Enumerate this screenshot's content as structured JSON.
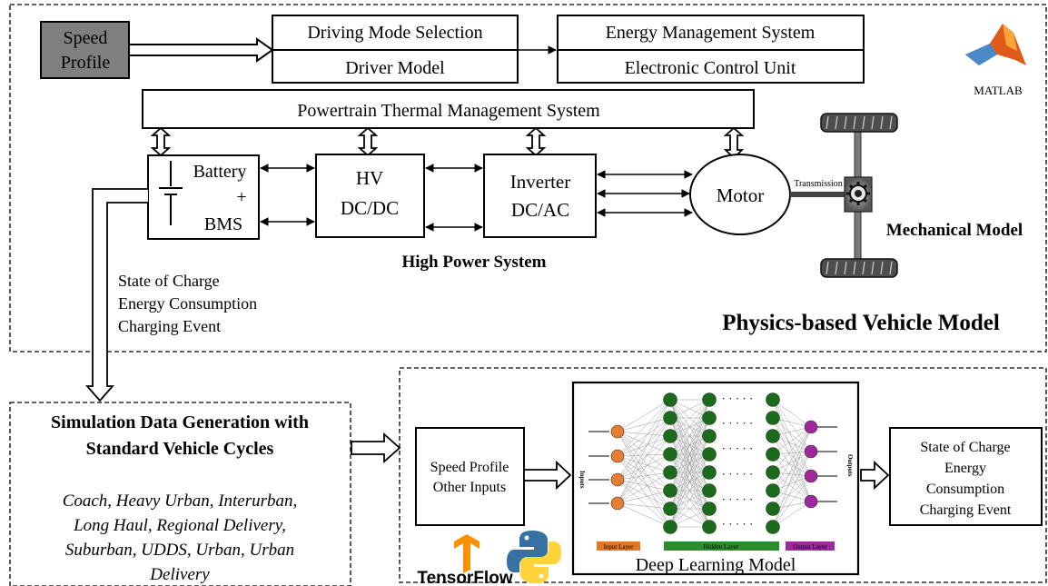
{
  "speed_profile_box": {
    "line1": "Speed",
    "line2": "Profile"
  },
  "driving_mode_selection": "Driving Mode Selection",
  "driver_model": "Driver Model",
  "energy_management_system": "Energy Management System",
  "electronic_control_unit": "Electronic Control Unit",
  "matlab_label": "MATLAB",
  "powertrain_thermal_management": "Powertrain Thermal Management System",
  "battery_box": {
    "line1": "Battery",
    "line2": "+",
    "line3": "BMS"
  },
  "hv_dcdc_box": {
    "line1": "HV",
    "line2": "DC/DC"
  },
  "inverter_box": {
    "line1": "Inverter",
    "line2": "DC/AC"
  },
  "motor": "Motor",
  "transmission": "Transmission",
  "mechanical_model": "Mechanical Model",
  "high_power_system": "High Power System",
  "battery_outputs": [
    "State of Charge",
    "Energy Consumption",
    "Charging Event"
  ],
  "physics_model_title": "Physics-based Vehicle Model",
  "simulation_box": {
    "title_line1": "Simulation Data Generation with",
    "title_line2": "Standard Vehicle Cycles",
    "cycles": [
      "Coach, Heavy Urban, Interurban,",
      "Long Haul, Regional Delivery,",
      "Suburban, UDDS, Urban, Urban",
      "Delivery"
    ]
  },
  "inputs_box": {
    "line1": "Speed Profile",
    "line2": "Other Inputs"
  },
  "tensorflow_label": "TensorFlow",
  "nn": {
    "inputs_label": "Inputs",
    "outputs_label": "Outputs",
    "input_layer": "Input Layer",
    "hidden_layer": "Hidden Layer",
    "output_layer": "Output Layer",
    "dots": "· · · · ·"
  },
  "deep_learning_model": "Deep Learning Model",
  "outputs_box": [
    "State of Charge",
    "Energy",
    "Consumption",
    "Charging  Event"
  ],
  "colors": {
    "speed_box_fill": "#7f7f7f",
    "input_node": "#e57e30",
    "hidden_node": "#1a6b1a",
    "output_node": "#a0289c",
    "input_layer_bar": "#e0782a",
    "hidden_layer_bar": "#2e8b2e",
    "output_layer_bar": "#9b2c9b",
    "tensorflow_orange": "#ff8f00",
    "python_blue": "#3771a3",
    "python_yellow": "#ffd43b"
  }
}
